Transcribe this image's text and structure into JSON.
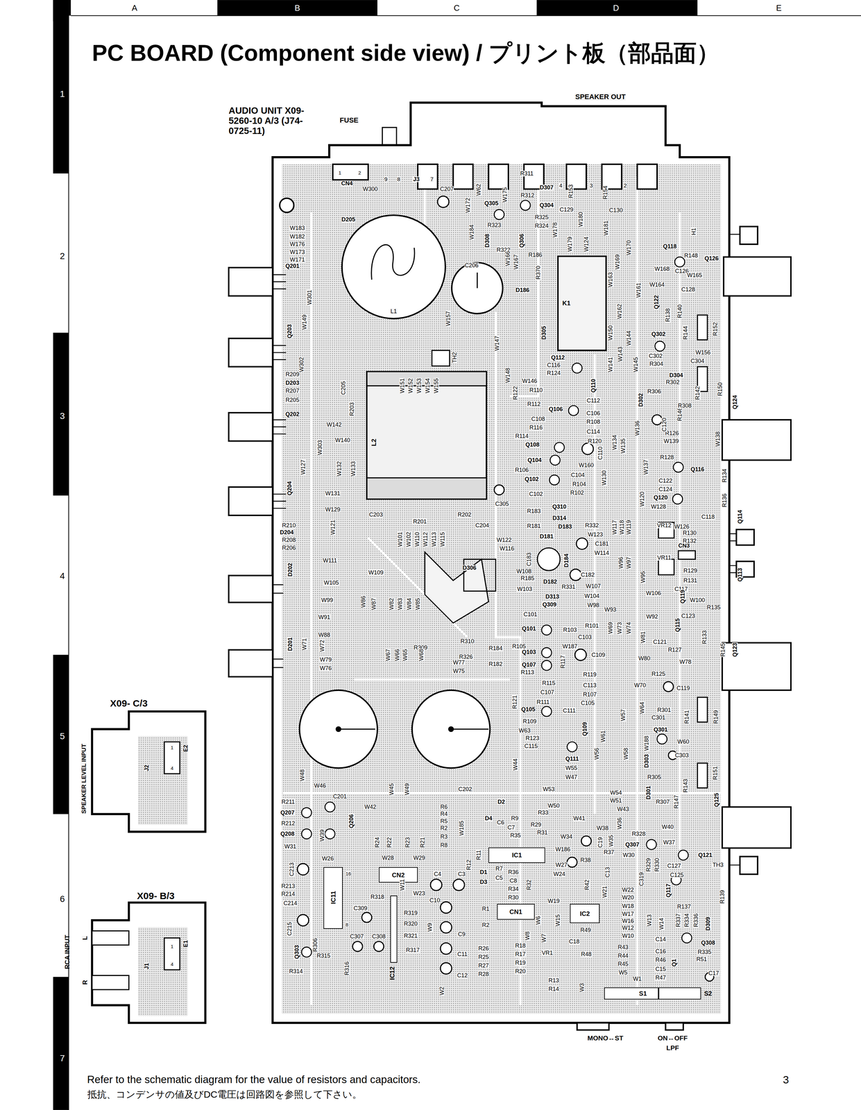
{
  "diagram": {
    "title": "PC BOARD (Component side view) / プリント板（部品面）",
    "caption": "Refer to the schematic diagram for the value of resistors and capacitors.",
    "nodes": [
      {
        "text": [
          "AUDIO UNIT X09-5260-10 A/3 (J74-0725-11)"
        ]
      },
      {
        "text": [
          "L2"
        ],
        "in": 0
      },
      {
        "text": [
          "K1"
        ],
        "in": 0
      },
      {
        "text": [
          "IC1"
        ],
        "in": 0
      },
      {
        "text": [
          "CN2"
        ],
        "in": 0
      },
      {
        "text": [
          "IC11"
        ],
        "in": 0
      },
      {
        "text": [
          "IC12"
        ],
        "in": 0
      },
      {
        "text": [
          "CN1"
        ],
        "in": 0
      },
      {
        "text": [
          "IC2"
        ],
        "in": 0
      },
      {
        "text": [
          "S1"
        ],
        "in": 0
      },
      {
        "text": [
          "S2"
        ],
        "in": 0
      },
      {
        "text": [
          "X09- C/3"
        ]
      },
      {
        "text": [
          "X09- B/3"
        ]
      }
    ],
    "labels": [
      "A",
      "B",
      "C",
      "D",
      "E",
      "1",
      "2",
      "3",
      "4",
      "5",
      "6",
      "7",
      "FUSE",
      "SPEAKER OUT",
      "1",
      "2",
      "CN4",
      "9",
      "8",
      "J3",
      "7",
      "4",
      "3",
      "2",
      "W300",
      "D205",
      "W183",
      "W182",
      "W176",
      "W173",
      "W171",
      "Q201",
      "L1",
      "C207",
      "W172",
      "W62",
      "W175",
      "R311",
      "D307",
      "R312",
      "Q305",
      "Q304",
      "R325",
      "R324",
      "D308",
      "R323",
      "Q306",
      "R322",
      "C129",
      "R153",
      "W180",
      "R154",
      "C130",
      "W181",
      "W170",
      "W178",
      "W179",
      "W124",
      "R186",
      "R370",
      "D186",
      "W184",
      "C206",
      "W166",
      "W167",
      "H1",
      "Q118",
      "R148",
      "Q126",
      "W168",
      "C126",
      "W165",
      "W164",
      "C128",
      "W163",
      "W169",
      "W161",
      "Q122",
      "R138",
      "R140",
      "R152",
      "R144",
      "W156",
      "Q302",
      "C302",
      "C304",
      "R304",
      "D304",
      "R302",
      "D305",
      "W301",
      "W149",
      "Q203",
      "R209",
      "D203",
      "R207",
      "R205",
      "W302",
      "C205",
      "R203",
      "Q202",
      "W142",
      "W140",
      "W303",
      "W132",
      "W133",
      "W127",
      "Q204",
      "W131",
      "W129",
      "W151",
      "W152",
      "W153",
      "W154",
      "W155",
      "TH2",
      "W157",
      "W147",
      "W148",
      "Q112",
      "C116",
      "R124",
      "W146",
      "R122",
      "R110",
      "Q110",
      "R112",
      "Q106",
      "C112",
      "C106",
      "R108",
      "C108",
      "R116",
      "R114",
      "C114",
      "R120",
      "Q108",
      "W160",
      "C110",
      "Q104",
      "C104",
      "R106",
      "Q102",
      "R104",
      "R102",
      "C102",
      "C305",
      "R183",
      "Q310",
      "D314",
      "D183",
      "R332",
      "R181",
      "W123",
      "D181",
      "C181",
      "W114",
      "W122",
      "W116",
      "C203",
      "R202",
      "R201",
      "C204",
      "W121",
      "R210",
      "D204",
      "R208",
      "R206",
      "W111",
      "W109",
      "W105",
      "W99",
      "D306",
      "W108",
      "R185",
      "W103",
      "C183",
      "D184",
      "C182",
      "D182",
      "R331",
      "W107",
      "W104",
      "D313",
      "W98",
      "Q309",
      "W93",
      "W92",
      "C101",
      "Q101",
      "R103",
      "R101",
      "C103",
      "W91",
      "W88",
      "D202",
      "D201",
      "W71",
      "W72",
      "W79",
      "W76",
      "R310",
      "R309",
      "R326",
      "R184",
      "R182",
      "W77",
      "W75",
      "R105",
      "Q103",
      "W187",
      "Q107",
      "R113",
      "R117",
      "C109",
      "R119",
      "W106",
      "C117",
      "W100",
      "R135",
      "C123",
      "W95",
      "CN3",
      "VR11",
      "VR12",
      "R130",
      "R132",
      "R129",
      "R131",
      "Q113",
      "Q114",
      "C118",
      "W126",
      "Q120",
      "W128",
      "R136",
      "C124",
      "C122",
      "Q116",
      "R134",
      "R128",
      "W139",
      "W138",
      "R126",
      "Q124",
      "R150",
      "R146",
      "R308",
      "R306",
      "R142",
      "D302",
      "C120",
      "R121",
      "R115",
      "C113",
      "R107",
      "C107",
      "R111",
      "C105",
      "Q105",
      "C111",
      "R109",
      "W63",
      "R123",
      "C115",
      "Q109",
      "Q111",
      "W55",
      "W47",
      "W53",
      "W50",
      "W44",
      "W45",
      "W49",
      "C201",
      "C202",
      "W46",
      "W48",
      "R211",
      "Q207",
      "R212",
      "Q208",
      "W31",
      "Q206",
      "W39",
      "W42",
      "R24",
      "R22",
      "R23",
      "R21",
      "W28",
      "W29",
      "W26",
      "R6",
      "R4",
      "R5",
      "R2",
      "R3",
      "R8",
      "W185",
      "C4",
      "C3",
      "R12",
      "D2",
      "D4",
      "C6",
      "R9",
      "C7",
      "R35",
      "R33",
      "R29",
      "R31",
      "W41",
      "W34",
      "W186",
      "W38",
      "C19",
      "W35",
      "W36",
      "W43",
      "R328",
      "W40",
      "W37",
      "Q121",
      "Q307",
      "W30",
      "R37",
      "R38",
      "W27",
      "W24",
      "C13",
      "W21",
      "W22",
      "C319",
      "R329",
      "R330",
      "Q117",
      "C127",
      "C125",
      "TH3",
      "R139",
      "R137",
      "W20",
      "W18",
      "W17",
      "W16",
      "W12",
      "W10",
      "W19",
      "W13",
      "W14",
      "C14",
      "C16",
      "R46",
      "C15",
      "R47",
      "Q1",
      "R337",
      "R334",
      "R336",
      "D309",
      "Q308",
      "R335",
      "R51",
      "C17",
      "R43",
      "R44",
      "R45",
      "W5",
      "W1",
      "C18",
      "R48",
      "VR1",
      "R49",
      "W15",
      "W7",
      "W6",
      "W8",
      "W3",
      "R13",
      "R14",
      "R18",
      "R17",
      "R19",
      "R20",
      "R26",
      "R25",
      "R27",
      "R28",
      "R1",
      "R2",
      "D1",
      "D3",
      "R11",
      "R7",
      "C5",
      "R36",
      "C8",
      "R34",
      "R30",
      "R32",
      "R42",
      "C10",
      "C9",
      "C11",
      "C12",
      "W9",
      "W2",
      "W23",
      "W11",
      "R318",
      "R319",
      "R320",
      "R321",
      "R317",
      "C309",
      "C307",
      "C308",
      "R316",
      "R315",
      "R314",
      "Q303",
      "R306",
      "C213",
      "R213",
      "R214",
      "C214",
      "C215",
      "16",
      "8",
      "W80",
      "W78",
      "R125",
      "W70",
      "C119",
      "R149",
      "R141",
      "R301",
      "C301",
      "Q301",
      "W60",
      "C303",
      "D303",
      "R151",
      "R305",
      "R143",
      "D301",
      "R307",
      "R147",
      "Q125",
      "W54",
      "W51",
      "C121",
      "R127",
      "R145",
      "R133",
      "Q115",
      "Q119",
      "Q123",
      "W81",
      "W69",
      "W73",
      "W74",
      "W57",
      "W61",
      "W64",
      "W56",
      "W58",
      "W188",
      "W150",
      "W162",
      "W141",
      "W143",
      "W144",
      "W145",
      "W134",
      "W135",
      "W136",
      "W137",
      "W130",
      "W117",
      "W118",
      "W119",
      "W120",
      "W96",
      "W97",
      "W67",
      "W66",
      "W65",
      "W68",
      "W82",
      "W83",
      "W84",
      "W85",
      "W86",
      "W87",
      "W101",
      "W102",
      "W110",
      "W112",
      "W113",
      "W115",
      "SPEAKER LEVEL INPUT",
      "J2",
      "E2",
      "1",
      "4",
      "RCA INPUT",
      "L",
      "R",
      "J1",
      "E1",
      "1",
      "4",
      "MONO↔ST",
      "ON↔OFF",
      "LPF",
      "抵抗、コンデンサの値及びDC電圧は回路図を参照して下さい。",
      "3"
    ]
  }
}
